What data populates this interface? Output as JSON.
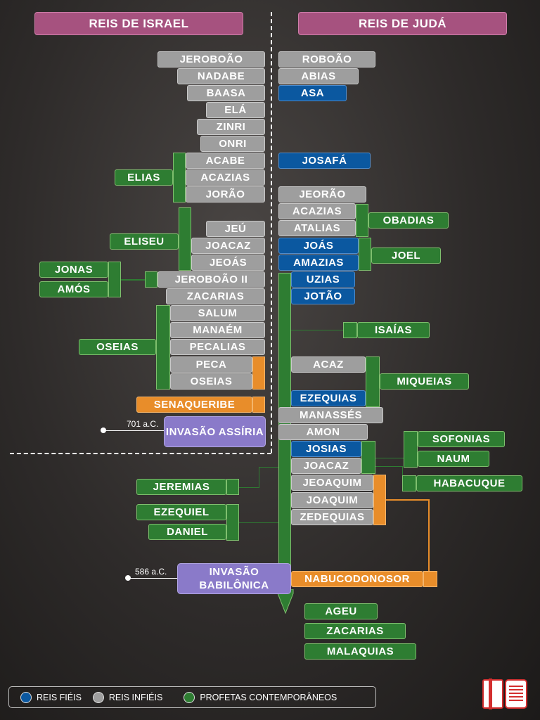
{
  "headers": {
    "israel": "REIS DE ISRAEL",
    "juda": "REIS DE JUDÁ"
  },
  "israel_kings": [
    "JEROBOÃO",
    "NADABE",
    "BAASA",
    "ELÁ",
    "ZINRI",
    "ONRI",
    "ACABE",
    "ACAZIAS",
    "JORÃO",
    "JEÚ",
    "JOACAZ",
    "JEOÁS",
    "JEROBOÃO II",
    "ZACARIAS",
    "SALUM",
    "MANAÉM",
    "PECALIAS",
    "PECA",
    "OSEIAS"
  ],
  "juda_kings": [
    "ROBOÃO",
    "ABIAS",
    "ASA",
    "JOSAFÁ",
    "JEORÃO",
    "ACAZIAS",
    "ATALIAS",
    "JOÁS",
    "AMAZIAS",
    "UZIAS",
    "JOTÃO",
    "ACAZ",
    "EZEQUIAS",
    "MANASSÉS",
    "AMON",
    "JOSIAS",
    "JOACAZ",
    "JEOAQUIM",
    "JOAQUIM",
    "ZEDEQUIAS"
  ],
  "prophets": {
    "elias": "ELIAS",
    "eliseu": "ELISEU",
    "jonas": "JONAS",
    "amos": "AMÓS",
    "oseias": "OSEIAS",
    "obadias": "OBADIAS",
    "joel": "JOEL",
    "isaias": "ISAÍAS",
    "miqueias": "MIQUEIAS",
    "sofonias": "SOFONIAS",
    "naum": "NAUM",
    "habacuque": "HABACUQUE",
    "jeremias": "JEREMIAS",
    "ezequiel": "EZEQUIEL",
    "daniel": "DANIEL",
    "ageu": "AGEU",
    "zacarias": "ZACARIAS",
    "malaquias": "MALAQUIAS"
  },
  "foreign_kings": {
    "senaquerib": "SENAQUERIBE",
    "nabucodonosor": "NABUCODONOSOR"
  },
  "invasions": {
    "assiria": {
      "label": "INVASÃO ASSÍRIA",
      "date": "701 a.C."
    },
    "babilonia": {
      "label": "INVASÃO BABILÔNICA",
      "date": "586 a.C."
    }
  },
  "legend": {
    "faithful": "REIS FIÉIS",
    "unfaithful": "REIS INFIÉIS",
    "prophets": "PROFETAS CONTEMPORÂNEOS"
  },
  "colors": {
    "faithful": "#0b58a0",
    "unfaithful": "#9e9e9e",
    "prophets": "#2e7d32",
    "foreign": "#e88d2a",
    "invasion": "#8a7ac9",
    "header": "#a6527f"
  }
}
